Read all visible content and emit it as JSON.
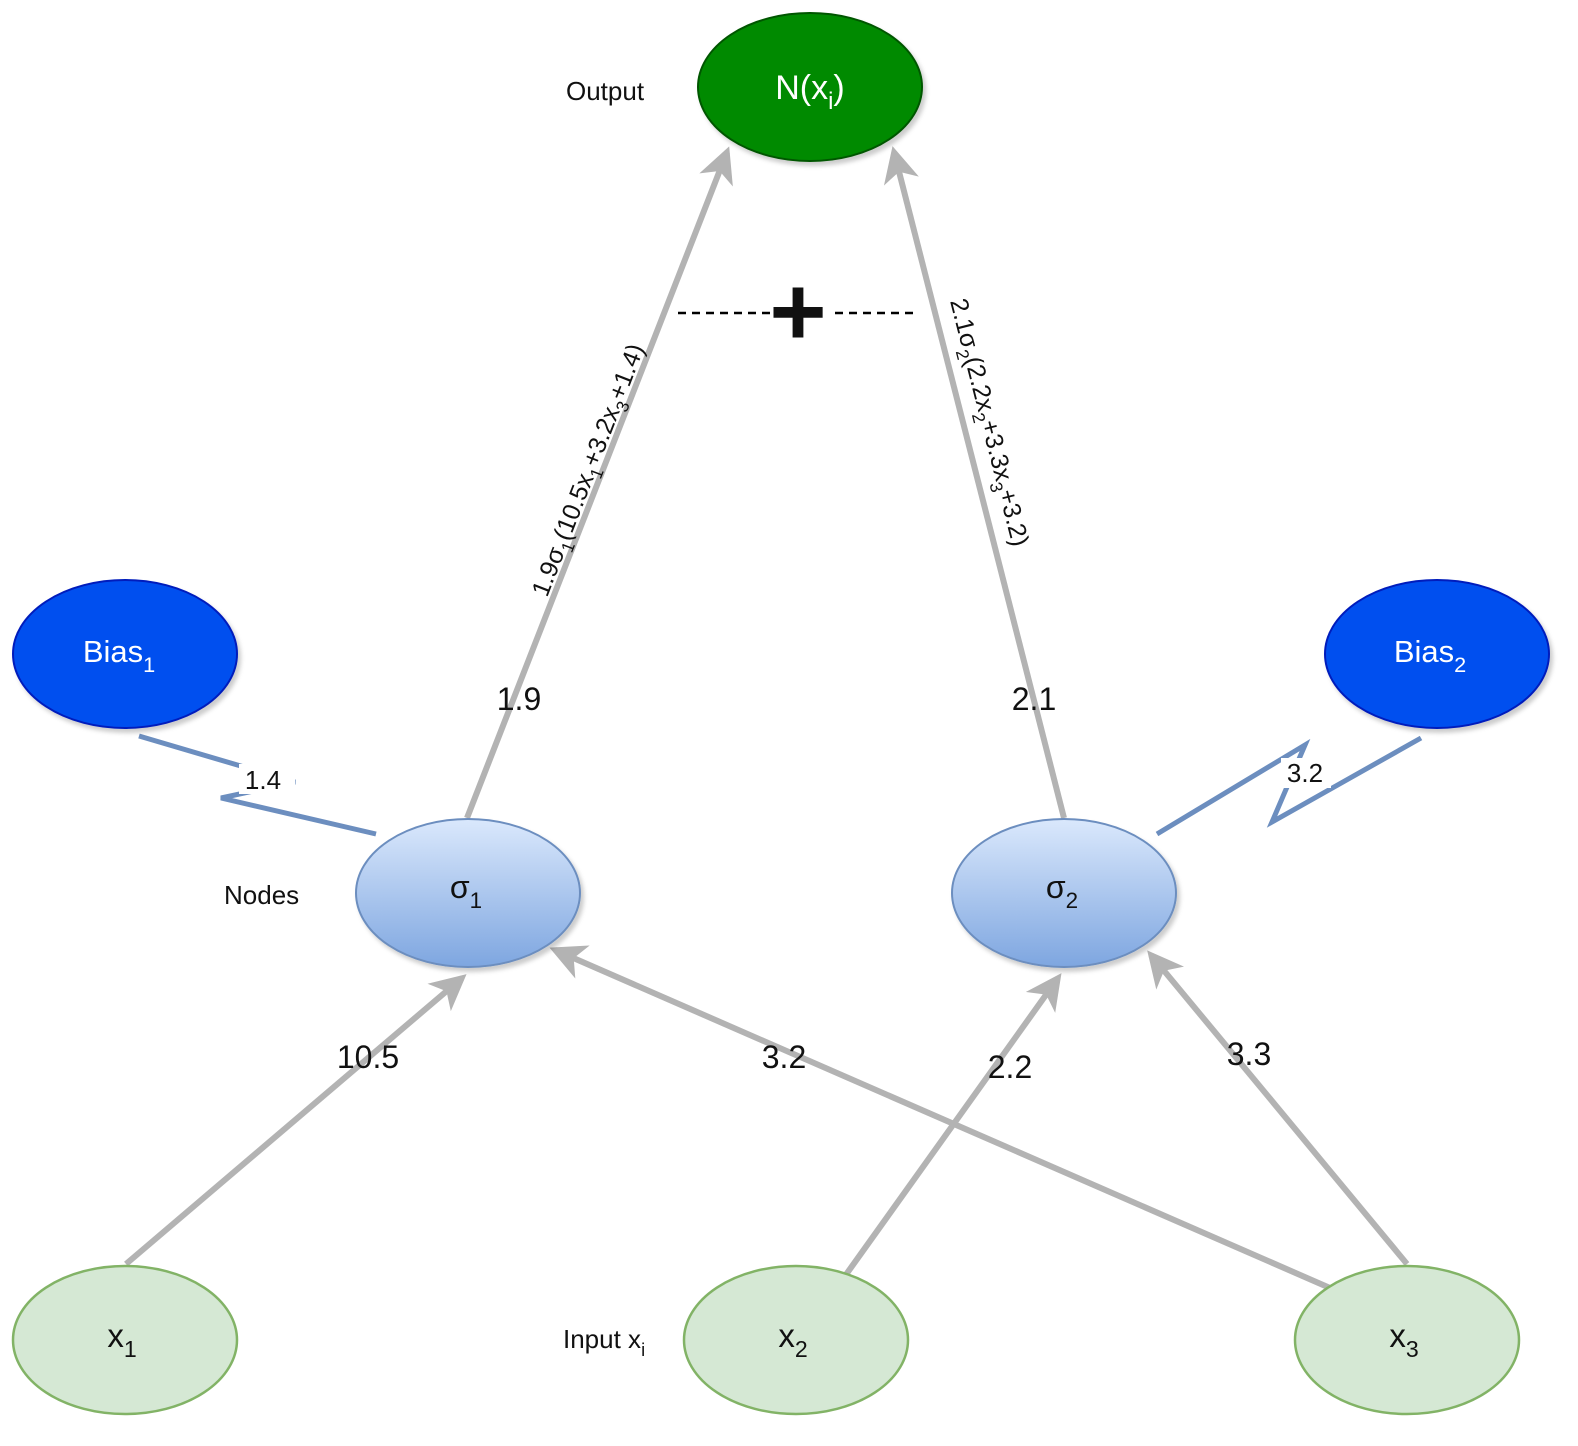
{
  "labels": {
    "output": "Output",
    "nodes": "Nodes",
    "input_base": "Input x",
    "input_sub": "i",
    "plus": "+"
  },
  "nodes": {
    "output": {
      "base": "N(x",
      "sub": "i",
      "tail": ")"
    },
    "sigma1": {
      "base": "σ",
      "sub": "1"
    },
    "sigma2": {
      "base": "σ",
      "sub": "2"
    },
    "bias1": {
      "base": "Bias",
      "sub": "1"
    },
    "bias2": {
      "base": "Bias",
      "sub": "2"
    },
    "x1": {
      "base": "x",
      "sub": "1"
    },
    "x2": {
      "base": "x",
      "sub": "2"
    },
    "x3": {
      "base": "x",
      "sub": "3"
    }
  },
  "weights": {
    "x1_sigma1": "10.5",
    "x3_sigma1": "3.2",
    "x2_sigma2": "2.2",
    "x3_sigma2": "3.3",
    "sigma1_out": "1.9",
    "sigma2_out": "2.1",
    "bias1": "1.4",
    "bias2": "3.2"
  },
  "formulas": {
    "left": [
      "1.9σ",
      "1",
      "(10.5x",
      "1",
      "+3.2x",
      "3",
      "+1.4)"
    ],
    "right": [
      "2.1σ",
      "2",
      "(2.2x",
      "2",
      "+3.3x",
      "3",
      "+3.2)"
    ]
  },
  "colors": {
    "edge": "#b3b3b3",
    "output_fill": "#008a00",
    "output_stroke": "#005700",
    "bias_fill": "#0050ef",
    "bias_stroke": "#001dbc",
    "hidden_top": "#dae8fc",
    "hidden_bottom": "#7ea6e0",
    "hidden_stroke": "#6c8ebf",
    "input_fill": "#d5e8d4",
    "input_stroke": "#82b366",
    "bias_link": "#6c8ebf"
  }
}
